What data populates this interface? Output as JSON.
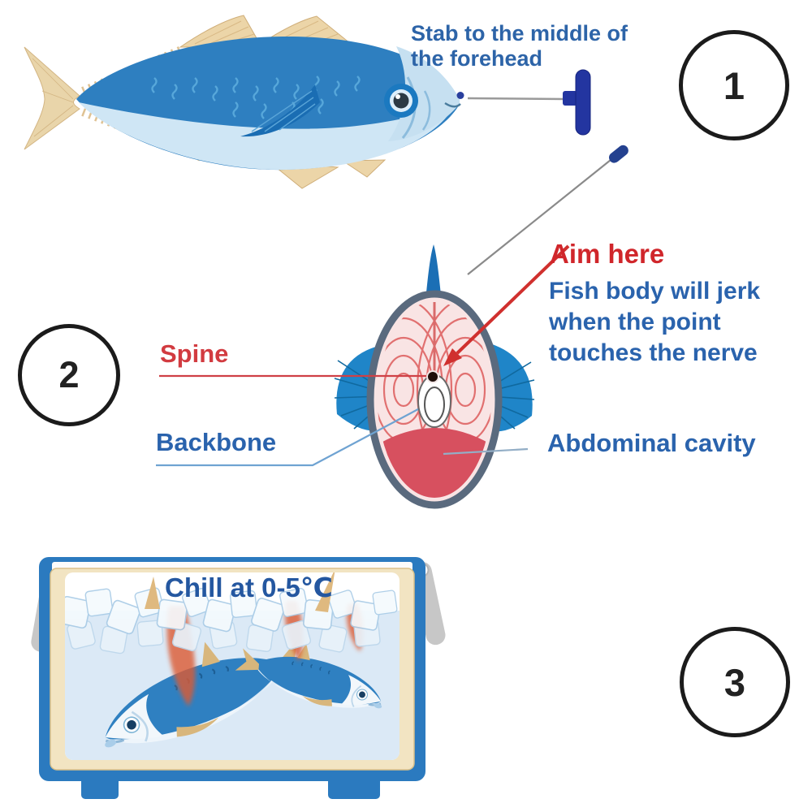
{
  "step1": {
    "badge": "1",
    "caption_lines": [
      "Stab to the middle of",
      "the forehead"
    ]
  },
  "step2": {
    "badge": "2",
    "aim_label": "Aim here",
    "note_lines": [
      "Fish body will jerk",
      "when the point",
      "touches the nerve"
    ],
    "spine_label": "Spine",
    "backbone_label": "Backbone",
    "abdominal_label": "Abdominal cavity"
  },
  "step3": {
    "badge": "3",
    "caption": "Chill at 0-5℃"
  },
  "colors": {
    "text_blue": "#2a63ad",
    "accent_red": "#d0262b",
    "spine_red": "#d23b40",
    "fish_back_blue": "#2e7fc0",
    "fish_belly_blue": "#cfe6f5",
    "fin_tan": "#ecd5a8",
    "cross_section_border": "#5a6a7e",
    "cross_section_pink": "#f9e4e4",
    "abdominal_red": "#d7505f",
    "cooler_blue": "#2b7abf",
    "cooler_cream": "#f2e4c2",
    "water_blue": "#dbe9f6",
    "handle_gray": "#c7c7c7",
    "badge_border": "#1b1b1b"
  }
}
